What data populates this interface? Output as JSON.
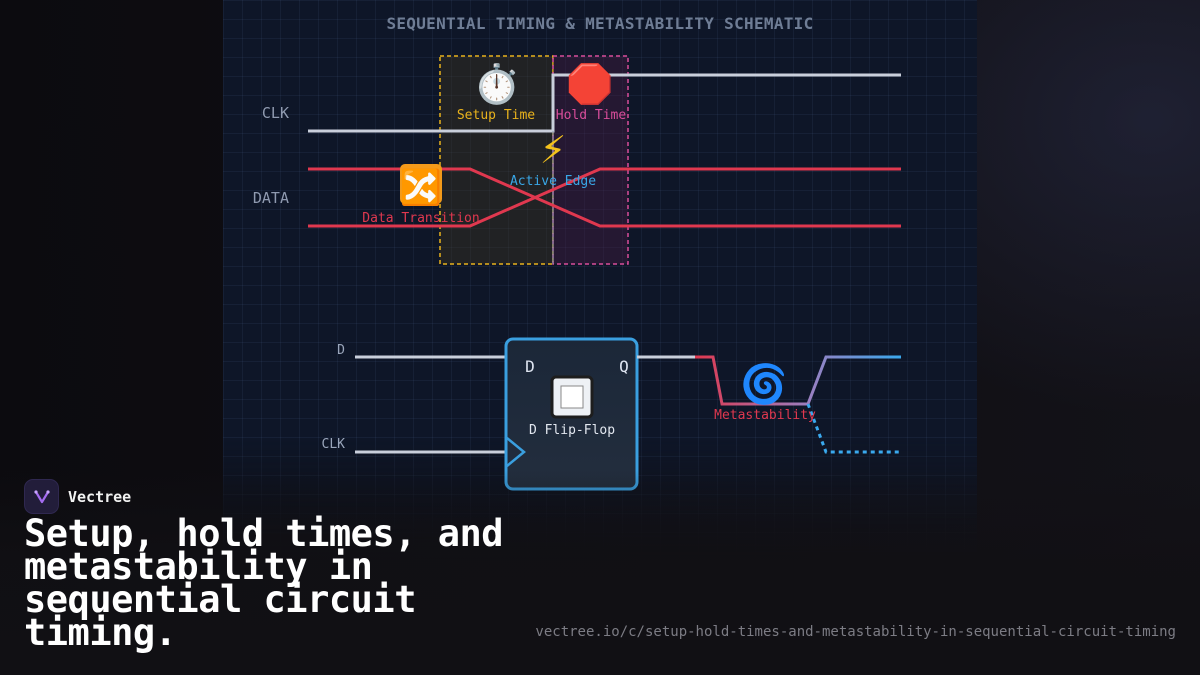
{
  "diagram": {
    "title": "SEQUENTIAL TIMING & METASTABILITY SCHEMATIC",
    "timing": {
      "clk_label": "CLK",
      "data_label": "DATA",
      "setup_label": "Setup Time",
      "hold_label": "Hold Time",
      "edge_label": "Active Edge",
      "transition_label": "Data Transition",
      "setup_icon": "⏱️",
      "hold_icon": "🛑",
      "edge_icon": "⚡",
      "transition_icon": "🔀"
    },
    "flipflop": {
      "d_input_label": "D",
      "clk_input_label": "CLK",
      "d_pin": "D",
      "q_pin": "Q",
      "name": "D Flip-Flop",
      "chip_icon": "🔲",
      "meta_icon": "🌀",
      "meta_label": "Metastability"
    },
    "colors": {
      "clock": "#c9cfdb",
      "data": "#e0384f",
      "setup": "#e8b21c",
      "hold": "#d84d9a",
      "edge": "#39a6e6",
      "box_border": "#3a9fdf"
    }
  },
  "brand": {
    "name": "Vectree"
  },
  "headline": "Setup, hold times, and metastability in sequential circuit timing.",
  "url": "vectree.io/c/setup-hold-times-and-metastability-in-sequential-circuit-timing"
}
